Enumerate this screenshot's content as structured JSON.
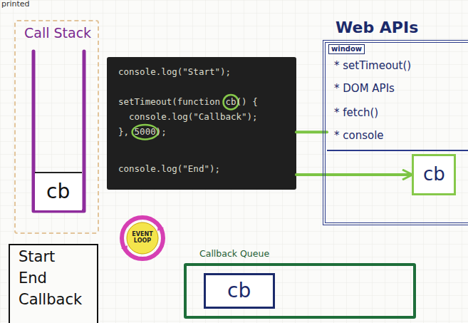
{
  "diagram": {
    "nodes": [
      {
        "text": [
          "Call Stack"
        ]
      },
      {
        "text": [
          "cb"
        ],
        "in": 0
      },
      {
        "text": [
          "console.log(\"Start\");",
          "setTimeout(function cb() {",
          "console.log(\"Callback\");",
          "}, 5000);",
          "console.log(\"End\");"
        ]
      },
      {
        "text": [
          "Web APIs"
        ]
      },
      {
        "text": [
          "window",
          "* setTimeout()",
          "* DOM APIs",
          "* fetch()",
          "* console"
        ],
        "in": 3
      },
      {
        "text": [
          "cb"
        ],
        "in": 3
      },
      {
        "text": [
          "EVENT LOOP"
        ]
      },
      {
        "text": [
          "Callback Queue"
        ]
      },
      {
        "text": [
          "cb"
        ],
        "in": 7
      },
      {
        "text": [
          "Start",
          "End",
          "Callback"
        ]
      }
    ],
    "edges": [
      {
        "from": 2,
        "to": 5,
        "arrow": "to"
      },
      {
        "from": 2,
        "to": 4,
        "arrow": "none"
      }
    ],
    "labels": [
      "printed"
    ]
  }
}
